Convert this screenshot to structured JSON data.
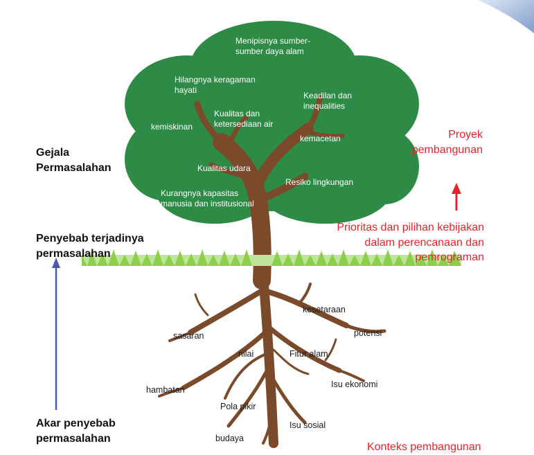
{
  "colors": {
    "canopy": "#2e8b45",
    "trunk": "#7b4a2a",
    "grass": "#8ccf4a",
    "accent_red": "#e8212b",
    "arrow_blue": "#4a5aa8",
    "corner": "#8aa6d1"
  },
  "canopy": {
    "menipisnya": "Menipisnya sumber-\nsumber daya alam",
    "keragaman": "Hilangnya keragaman\nhayati",
    "keadilan": "Keadilan dan\ninequalities",
    "kualitas_air": "Kualitas dan\nketersediaan air",
    "kemiskinan": "kemiskinan",
    "kemacetan": "kemacetan",
    "kualitas_udara": "Kualitas udara",
    "resiko": "Resiko lingkungan",
    "kapasitas": "Kurangnya kapasitas\nmanusia dan institusional"
  },
  "roots": {
    "kesetaraan": "kesetaraan",
    "sasaran": "sasaran",
    "potensi": "potensi",
    "nilai": "nilai",
    "fitur_alam": "Fitur alam",
    "isu_ekonomi": "Isu ekonomi",
    "hambatan": "hambatan",
    "pola_pikir": "Pola pikir",
    "isu_sosial": "Isu sosial",
    "budaya": "budaya"
  },
  "left": {
    "gejala": "Gejala\nPermasalahan",
    "penyebab": "Penyebab terjadinya\npermasalahan",
    "akar": "Akar penyebab\npermasalahan"
  },
  "right": {
    "proyek": "Proyek\npembangunan",
    "prioritas": "Prioritas dan pilihan kebijakan\ndalam perencanaan dan\npemrograman",
    "konteks": "Konteks pembangunan"
  }
}
